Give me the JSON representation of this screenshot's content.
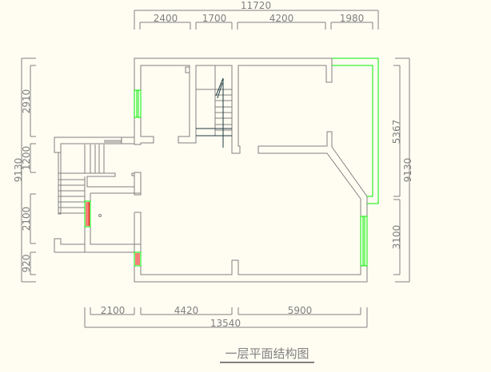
{
  "title": "一层平面结构图",
  "dimensions": {
    "top_total": "11720",
    "top": [
      "2400",
      "1700",
      "4200",
      "1980"
    ],
    "left_total": "9130",
    "left": [
      "2910",
      "1200",
      "2100",
      "920"
    ],
    "right_total": "9130",
    "right": [
      "5367",
      "3100"
    ],
    "bottom": [
      "2100",
      "4420",
      "5900"
    ],
    "bottom_total": "13540"
  },
  "colors": {
    "background": "#fffdf2",
    "wall": "#808080",
    "window": "#00ee00",
    "door_glass": "#ee0000"
  }
}
